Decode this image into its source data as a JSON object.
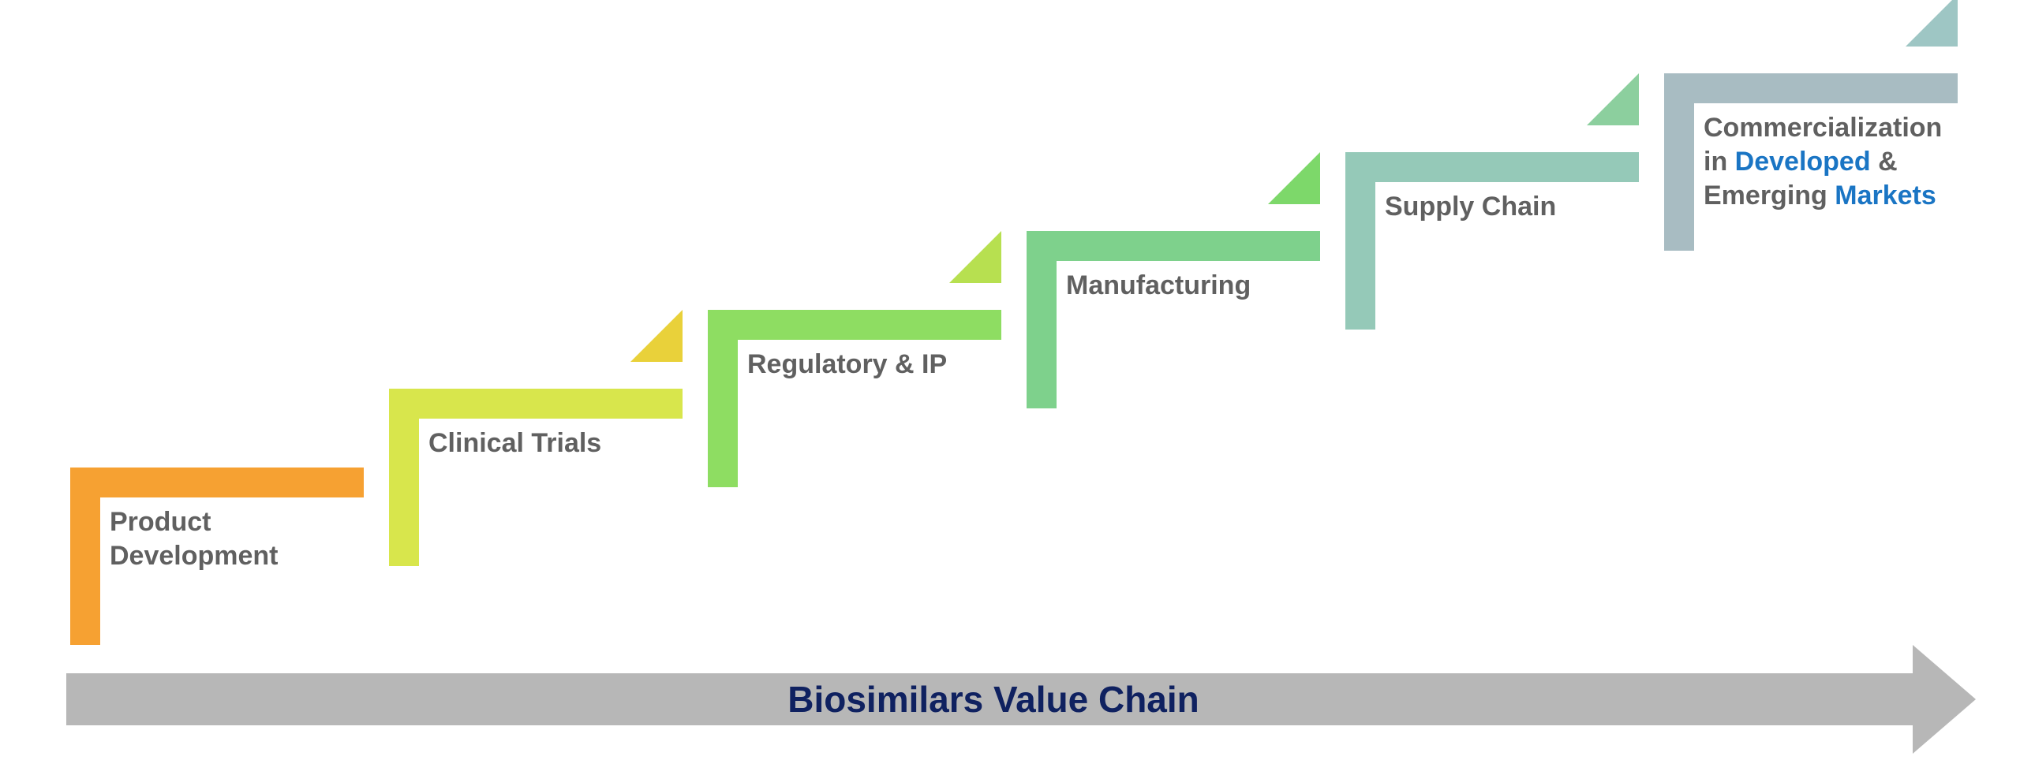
{
  "steps": [
    {
      "id": "product-development",
      "lines": [
        {
          "segments": [
            {
              "text": "Product",
              "highlight": false
            }
          ]
        },
        {
          "segments": [
            {
              "text": "Development",
              "highlight": false
            }
          ]
        }
      ],
      "color": "#f6a132",
      "triangle_color": null
    },
    {
      "id": "clinical-trials",
      "lines": [
        {
          "segments": [
            {
              "text": "Clinical Trials",
              "highlight": false
            }
          ]
        }
      ],
      "color": "#d8e64c",
      "triangle_color": "#e9d13a"
    },
    {
      "id": "regulatory-ip",
      "lines": [
        {
          "segments": [
            {
              "text": "Regulatory & IP",
              "highlight": false
            }
          ]
        }
      ],
      "color": "#8edd62",
      "triangle_color": "#b7e050"
    },
    {
      "id": "manufacturing",
      "lines": [
        {
          "segments": [
            {
              "text": "Manufacturing",
              "highlight": false
            }
          ]
        }
      ],
      "color": "#7ed18c",
      "triangle_color": "#7dd86a"
    },
    {
      "id": "supply-chain",
      "lines": [
        {
          "segments": [
            {
              "text": "Supply Chain",
              "highlight": false
            }
          ]
        }
      ],
      "color": "#95c9b8",
      "triangle_color": "#8ccf9e"
    },
    {
      "id": "commercialization",
      "lines": [
        {
          "segments": [
            {
              "text": "Commercialization",
              "highlight": false
            }
          ]
        },
        {
          "segments": [
            {
              "text": "in ",
              "highlight": false
            },
            {
              "text": "Developed",
              "highlight": true
            },
            {
              "text": " &",
              "highlight": false
            }
          ]
        },
        {
          "segments": [
            {
              "text": "Emerging ",
              "highlight": false
            },
            {
              "text": "Markets",
              "highlight": true
            }
          ]
        }
      ],
      "color": "#a8bcc2",
      "triangle_color": "#9ec6c4"
    }
  ],
  "arrow": {
    "label": "Biosimilars Value Chain",
    "color": "#b7b7b7",
    "label_color": "#0f2160"
  },
  "highlight_color": "#1a75c4",
  "text_color": "#606060"
}
